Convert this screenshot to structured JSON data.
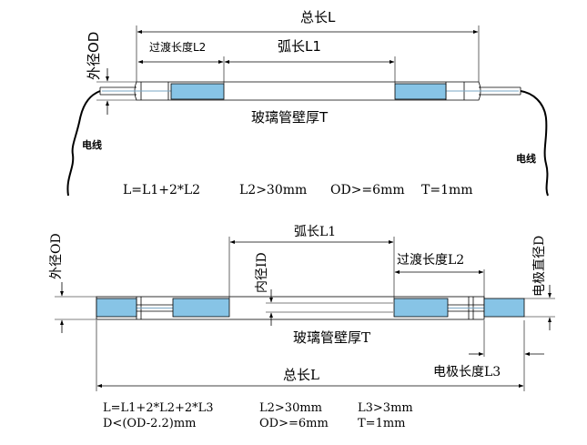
{
  "top": {
    "total_length": "总长L",
    "od": "外径OD",
    "transition": "过渡长度L2",
    "arc": "弧长L1",
    "wall": "玻璃管壁厚T",
    "wire_left": "电线",
    "wire_right": "电线",
    "formula": "L=L1+2*L2",
    "l2_spec": "L2>30mm",
    "od_spec": "OD>=6mm",
    "t_spec": "T=1mm"
  },
  "bottom": {
    "od": "外径OD",
    "arc": "弧长L1",
    "inner": "内径ID",
    "transition": "过渡长度L2",
    "electrode_d": "电极直径D",
    "wall": "玻璃管壁厚T",
    "total_length": "总长L",
    "electrode_len": "电极长度L3",
    "formula": "L=L1+2*L2+2*L3",
    "l2_spec": "L2>30mm",
    "l3_spec": "L3>3mm",
    "d_spec": "D<(OD-2.2)mm",
    "od_spec": "OD>=6mm",
    "t_spec": "T=1mm"
  },
  "colors": {
    "electrode_fill": "#87c4e6",
    "line": "#000000"
  }
}
